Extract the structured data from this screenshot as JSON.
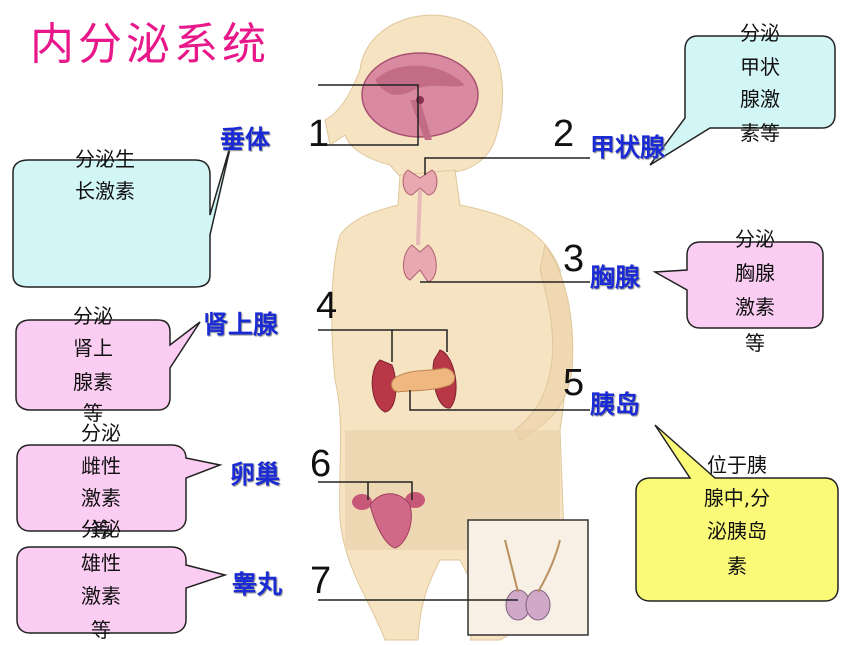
{
  "title": "内分泌系统",
  "glands": [
    {
      "number": "1",
      "name": "垂体"
    },
    {
      "number": "2",
      "name": "甲状腺"
    },
    {
      "number": "3",
      "name": "胸腺"
    },
    {
      "number": "4",
      "name": "肾上腺"
    },
    {
      "number": "5",
      "name": "胰岛"
    },
    {
      "number": "6",
      "name": "卵巢"
    },
    {
      "number": "7",
      "name": "睾丸"
    }
  ],
  "callouts": {
    "pituitary": [
      "分泌生",
      "长激素"
    ],
    "thyroid": [
      "分泌",
      "甲状",
      "腺激",
      "素等"
    ],
    "thymus": [
      "分泌",
      "胸腺",
      "激素",
      "等"
    ],
    "adrenal": [
      "分泌",
      "肾上",
      "腺素",
      "等"
    ],
    "islet": [
      "位于胰",
      "腺中,分",
      "泌胰岛",
      "素"
    ],
    "ovary": [
      "分泌",
      "雌性",
      "激素",
      "等"
    ],
    "testis": [
      "分泌",
      "雄性",
      "激素",
      "等"
    ]
  },
  "colors": {
    "title": "#e8178a",
    "label": "#1a2bd6",
    "callout_cyan": "#d2f5f5",
    "callout_pink": "#fbcdf3",
    "callout_yellow": "#fafa78",
    "skin": "#f6e3c2"
  }
}
